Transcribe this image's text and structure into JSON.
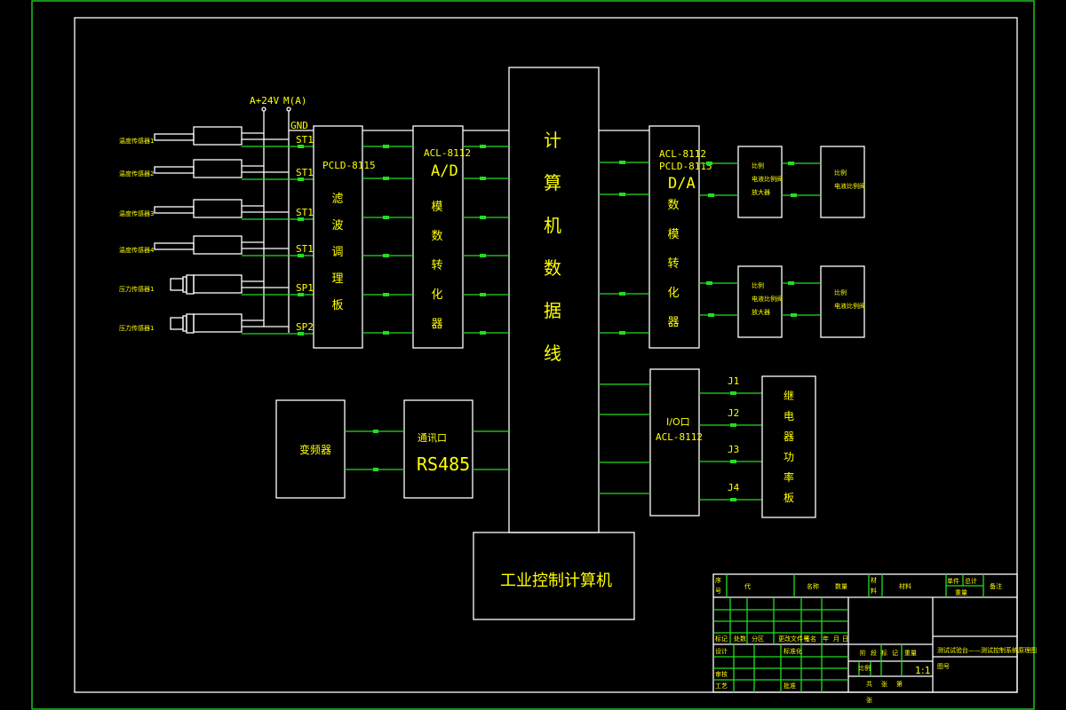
{
  "power": {
    "v24": "A+24V",
    "m": "M(A)",
    "gnd": "GND"
  },
  "sensors": [
    {
      "label": "温度传感器1",
      "signal": "ST1"
    },
    {
      "label": "温度传感器2",
      "signal": "ST1"
    },
    {
      "label": "温度传感器3",
      "signal": "ST1"
    },
    {
      "label": "温度传感器4",
      "signal": "ST1"
    },
    {
      "label": "压力传感器1",
      "signal": "SP1"
    },
    {
      "label": "压力传感器1",
      "signal": "SP2"
    }
  ],
  "filter_board": {
    "model": "PCLD-8115",
    "chars": [
      "滤",
      "波",
      "调",
      "理",
      "板"
    ]
  },
  "ad_converter": {
    "model": "ACL-8112",
    "type": "A/D",
    "chars": [
      "模",
      "数",
      "转",
      "化",
      "器"
    ]
  },
  "bus": {
    "chars": [
      "计",
      "算",
      "机",
      "数",
      "据",
      "线"
    ]
  },
  "da_converter": {
    "model1": "ACL-8112",
    "model2": "PCLD-8115",
    "type": "D/A",
    "chars": [
      "数",
      "模",
      "转",
      "化",
      "器"
    ]
  },
  "da_outputs": [
    {
      "amp": [
        "比例",
        "电液比例阀",
        "放大器"
      ],
      "valve": [
        "比例",
        "电液比例阀"
      ]
    },
    {
      "amp": [
        "比例",
        "电液比例阀",
        "放大器"
      ],
      "valve": [
        "比例",
        "电液比例阀"
      ]
    }
  ],
  "io_board": {
    "type": "I/O口",
    "model": "ACL-8112"
  },
  "relays": [
    "J1",
    "J2",
    "J3",
    "J4"
  ],
  "relay_board": {
    "chars": [
      "继",
      "电",
      "器",
      "功",
      "率",
      "板"
    ]
  },
  "inverter": {
    "label": "变频器"
  },
  "comm_port": {
    "label": "通讯口",
    "protocol": "RS485"
  },
  "ipc": {
    "label": "工业控制计算机"
  },
  "title_block": {
    "header": [
      "序号",
      "代号",
      "名称",
      "数量",
      "材料",
      "单件",
      "总计",
      "重量",
      "备注"
    ],
    "rev_row": [
      "标记",
      "处数",
      "分区",
      "更改文件号",
      "签名",
      "年",
      "月",
      "日"
    ],
    "design": "设计",
    "standard": "标准化",
    "review": "审核",
    "process": "工艺",
    "approve": "批准",
    "stage": [
      "阶",
      "段",
      "标",
      "记"
    ],
    "weight": "重量",
    "scale_label": "比例",
    "scale": "1:1",
    "sheets": [
      "共",
      "张",
      "第"
    ],
    "sheet": "张",
    "drawing_title": "测试试验台——测试控制系统原理图",
    "drawing_sub": "图号"
  }
}
